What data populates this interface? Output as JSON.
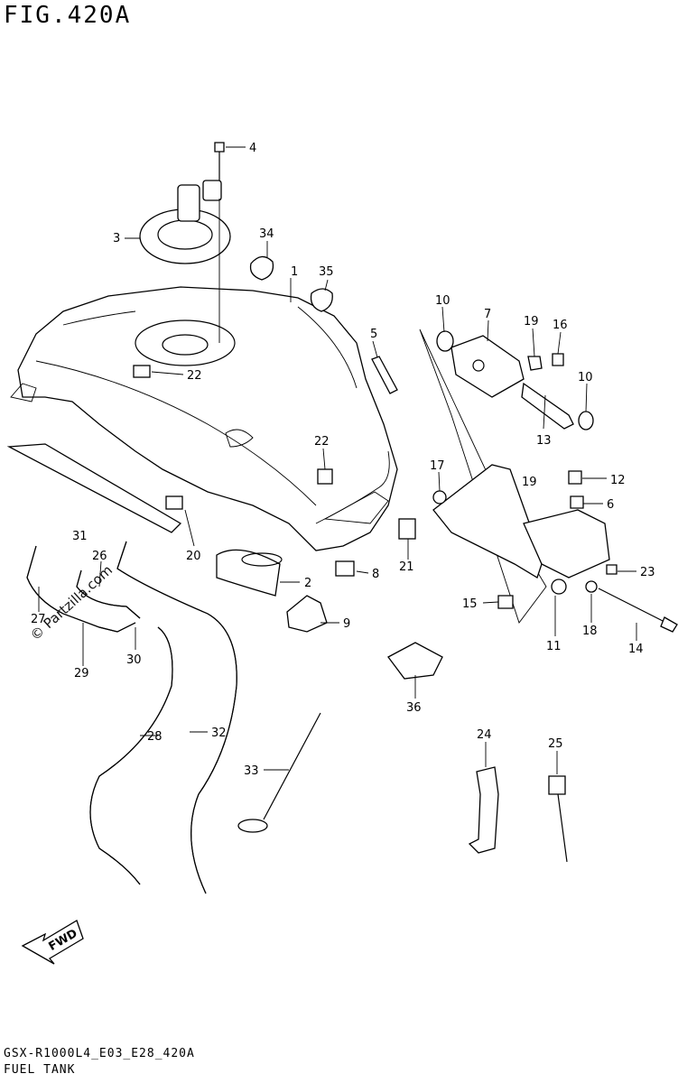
{
  "header": {
    "title": "FIG.420A"
  },
  "footer": {
    "model_code": "GSX-R1000L4_E03_E28_420A",
    "section_name": "FUEL TANK"
  },
  "watermark": {
    "text": "© Partzilla.com"
  },
  "fwd_label": "FWD",
  "callouts": [
    "1",
    "2",
    "3",
    "4",
    "5",
    "6",
    "7",
    "8",
    "9",
    "10",
    "10",
    "11",
    "12",
    "13",
    "14",
    "15",
    "16",
    "17",
    "18",
    "19",
    "19",
    "20",
    "21",
    "22",
    "22",
    "23",
    "24",
    "25",
    "26",
    "27",
    "28",
    "29",
    "30",
    "31",
    "32",
    "33",
    "34",
    "35",
    "36"
  ]
}
